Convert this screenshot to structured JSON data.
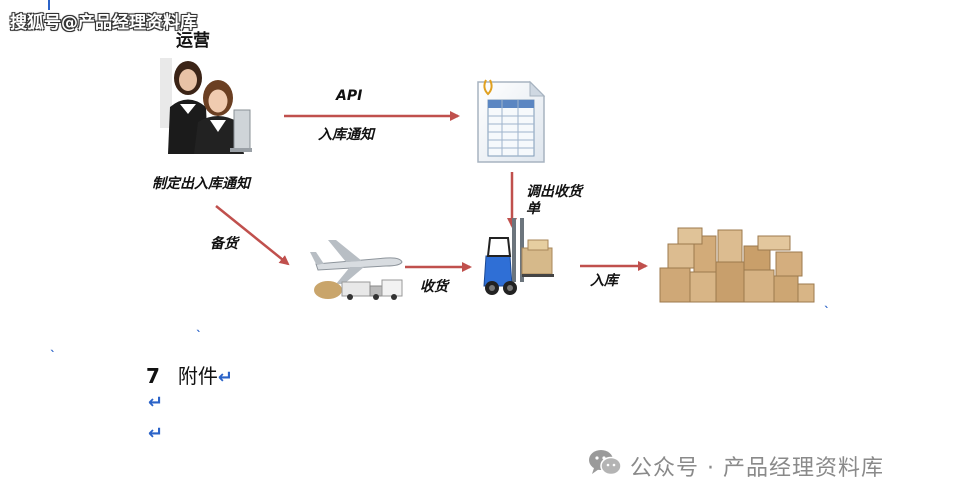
{
  "watermark_top": "搜狐号@产品经理资料库",
  "diagram": {
    "title": "运营",
    "ops_caption": "制定出入库通知",
    "arrow_api_top": "API",
    "arrow_api_bottom": "入库通知",
    "arrow_stock": "备货",
    "arrow_receive": "收货",
    "arrow_pick_line1": "调出收货",
    "arrow_pick_line2": "单",
    "arrow_inbound": "入库",
    "arrow_color": "#c0504d"
  },
  "doc": {
    "heading_num": "7",
    "heading_text": "附件",
    "return_mark": "↵",
    "tick_mark": "ˎ"
  },
  "watermark_bottom": "公众号 · 产品经理资料库",
  "icons": [
    "people-icon",
    "spreadsheet-icon",
    "airplane-icon",
    "forklift-icon",
    "boxes-icon",
    "wechat-icon"
  ]
}
